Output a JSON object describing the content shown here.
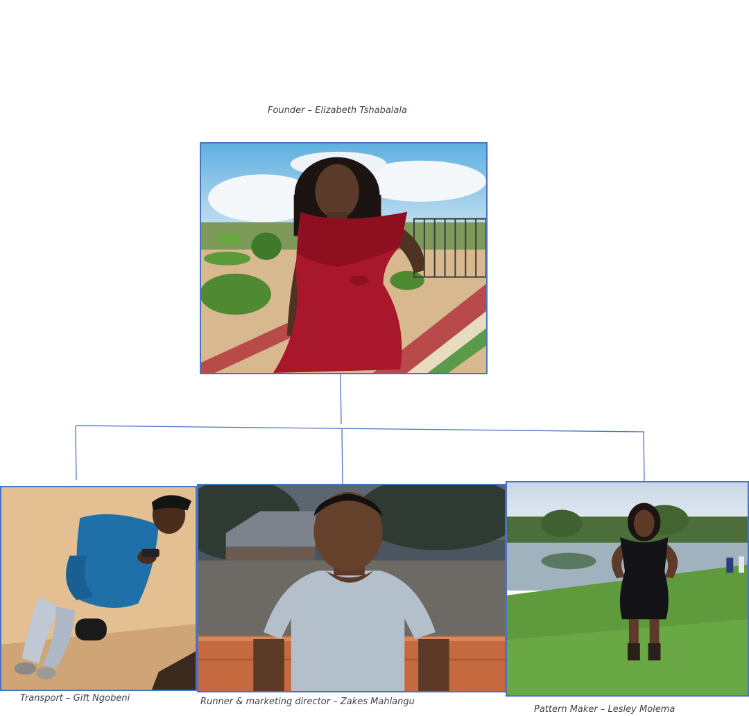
{
  "founder": {
    "caption": "Founder – Elizabeth Tshabalala",
    "photo_subject": "woman-in-red-dress-portrait"
  },
  "members": [
    {
      "caption": "Transport – Gift Ngobeni",
      "photo_subject": "man-in-blue-hoodie-with-phone"
    },
    {
      "caption": "Runner & marketing director – Zakes Mahlangu",
      "photo_subject": "man-in-grey-tshirt-portrait"
    },
    {
      "caption": "Pattern Maker – Lesley Molema",
      "photo_subject": "woman-in-black-dress-by-lake"
    }
  ],
  "colors": {
    "connector": "#4a72c4",
    "frame": "#4a72c4",
    "caption": "#3a3f4a"
  }
}
